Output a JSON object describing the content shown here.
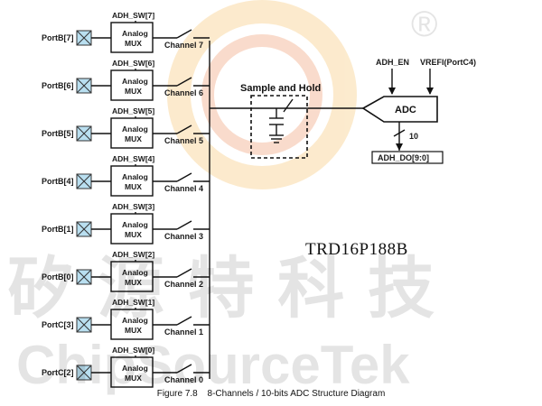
{
  "diagram": {
    "channels": [
      {
        "port": "PortB[7]",
        "sw": "ADH_SW[7]",
        "channel": "Channel 7"
      },
      {
        "port": "PortB[6]",
        "sw": "ADH_SW[6]",
        "channel": "Channel 6"
      },
      {
        "port": "PortB[5]",
        "sw": "ADH_SW[5]",
        "channel": "Channel 5"
      },
      {
        "port": "PortB[4]",
        "sw": "ADH_SW[4]",
        "channel": "Channel 4"
      },
      {
        "port": "PortB[1]",
        "sw": "ADH_SW[3]",
        "channel": "Channel 3"
      },
      {
        "port": "PortB[0]",
        "sw": "ADH_SW[2]",
        "channel": "Channel 2"
      },
      {
        "port": "PortC[3]",
        "sw": "ADH_SW[1]",
        "channel": "Channel 1"
      },
      {
        "port": "PortC[2]",
        "sw": "ADH_SW[0]",
        "channel": "Channel 0"
      }
    ],
    "mux_line1": "Analog",
    "mux_line2": "MUX",
    "sample_hold": "Sample and Hold",
    "adc": "ADC",
    "adh_en": "ADH_EN",
    "vref": "VREFI(PortC4)",
    "bus_width": "10",
    "output": "ADH_DO[9:0]",
    "part_number": "TRD16P188B"
  },
  "caption": {
    "figure": "Figure 7.8",
    "title": "8-Channels / 10-bits ADC Structure Diagram"
  },
  "watermark": {
    "chinese": "矽 源 特 科 技",
    "english": "ChipSourceTek",
    "registered": "®"
  }
}
